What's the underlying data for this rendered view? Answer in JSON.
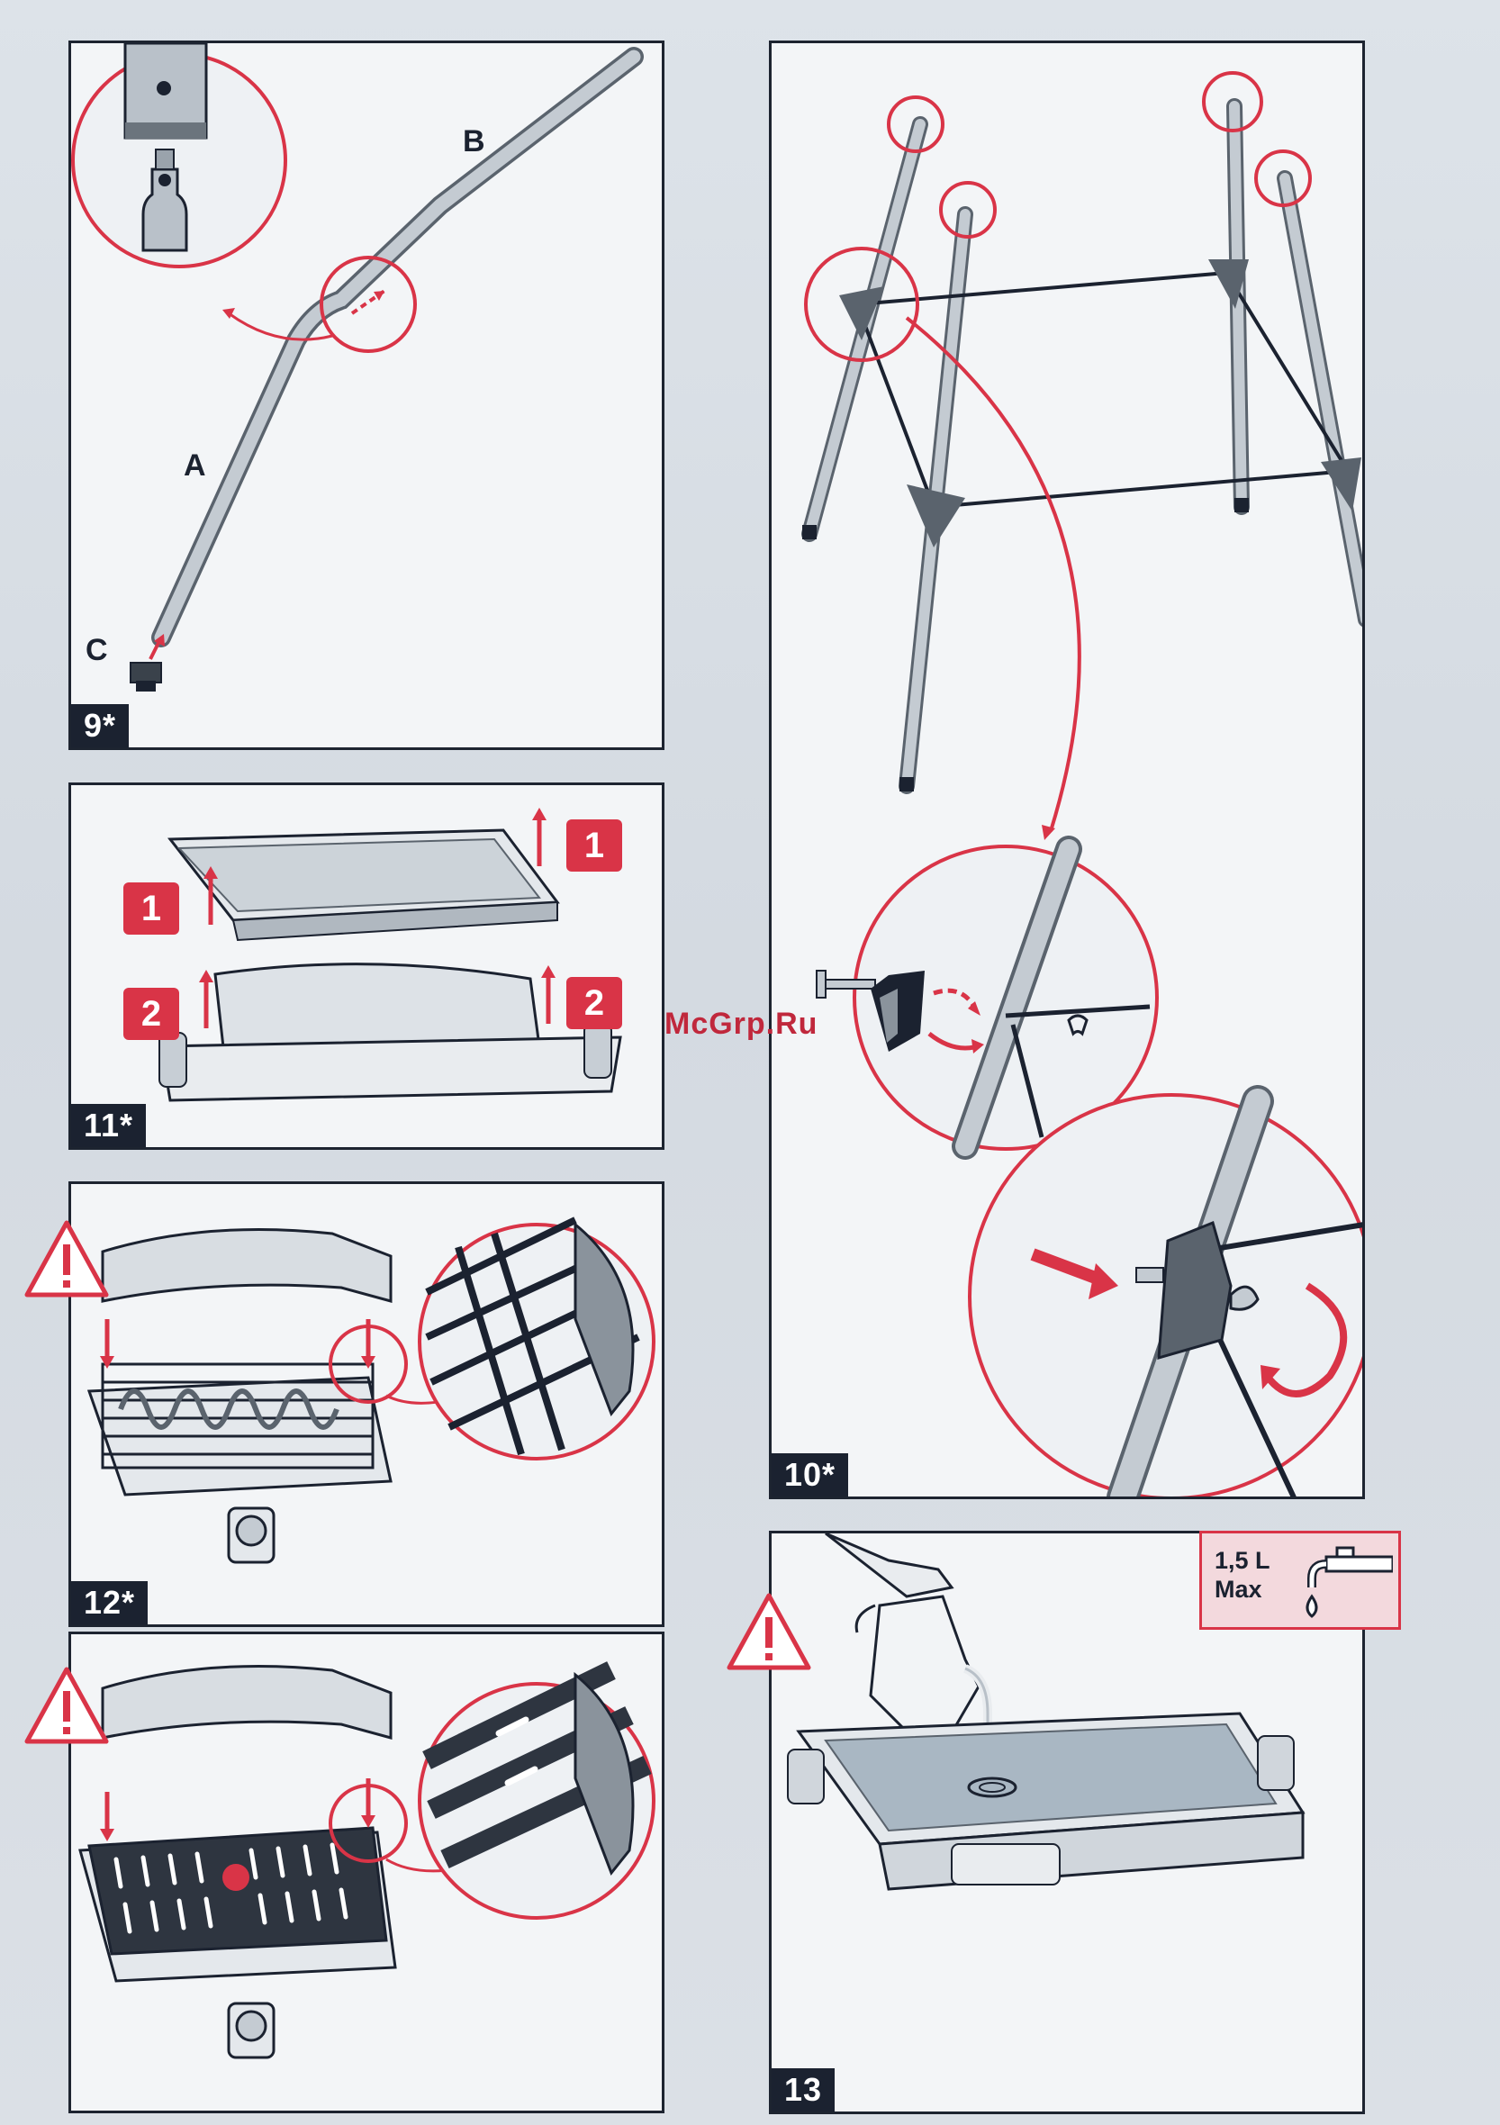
{
  "steps": {
    "s9": "9*",
    "s10": "10*",
    "s11": "11*",
    "s12": "12*",
    "s13": "13"
  },
  "part_labels": {
    "a": "A",
    "b": "B",
    "c": "C"
  },
  "order_badges": [
    "1",
    "1",
    "2",
    "2"
  ],
  "watermark": "McGrp.Ru",
  "capacity": {
    "volume": "1,5 L",
    "max": "Max",
    "icon": "faucet-icon"
  },
  "icons": {
    "warning": "warning-icon",
    "arrow": "red-arrow-icon",
    "zoom": "zoom-circle"
  },
  "colors": {
    "accent_red": "#d93447",
    "dark": "#1b2230",
    "panel_bg": "#f3f5f7",
    "metal": "#b8c0c8"
  }
}
